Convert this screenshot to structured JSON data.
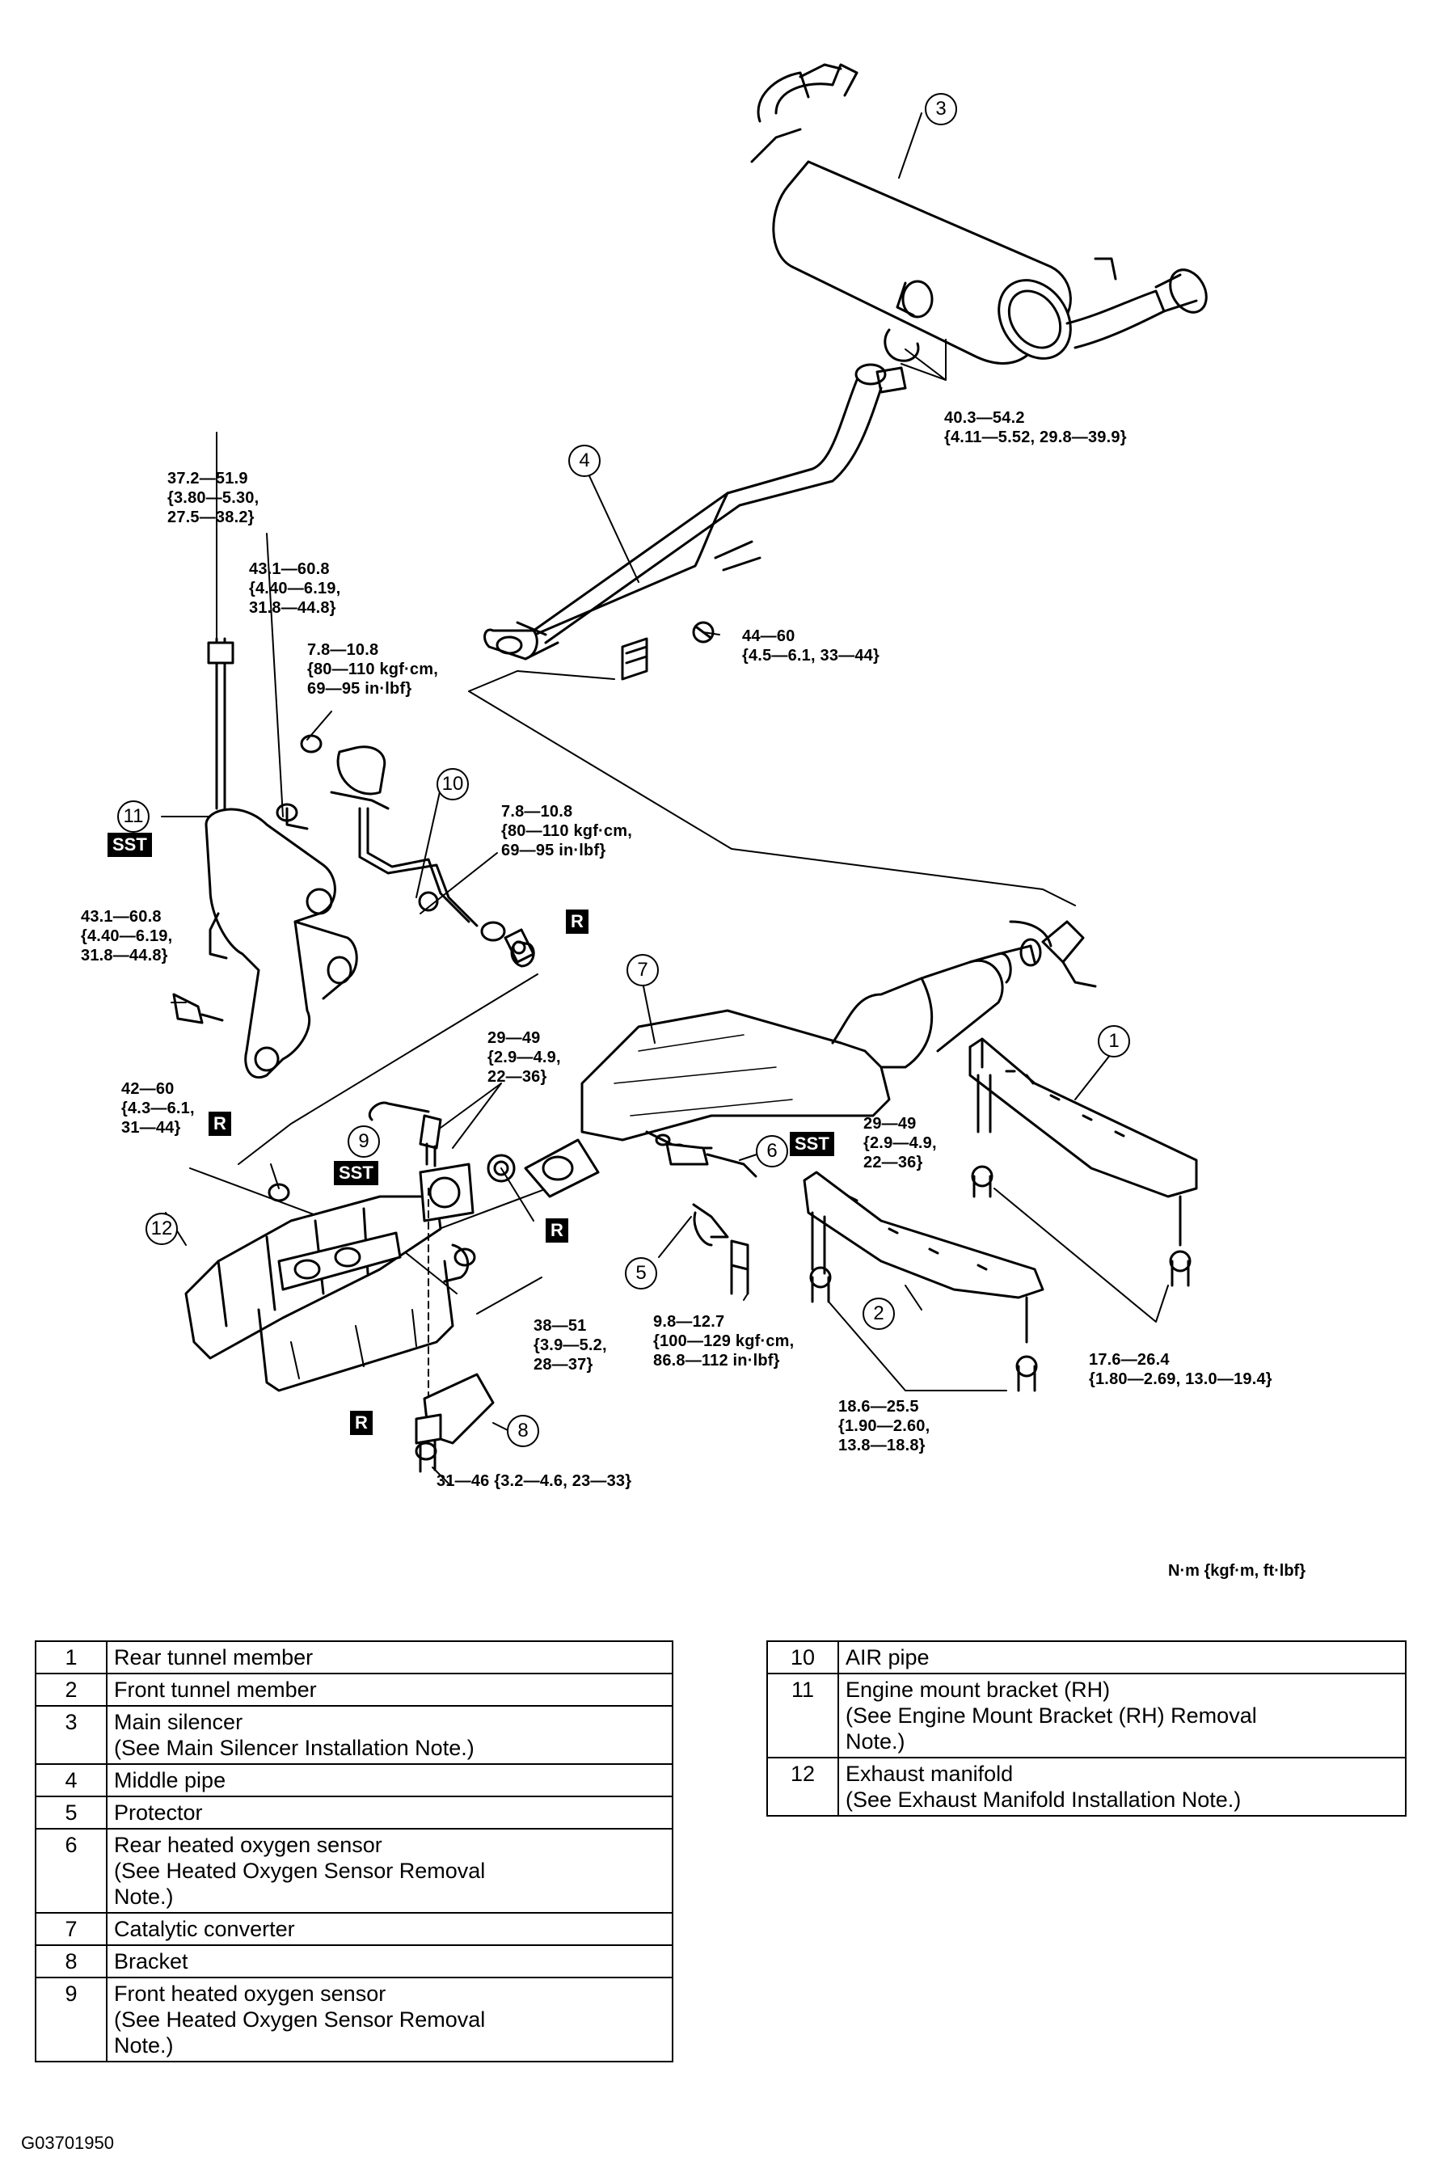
{
  "torque_specs": {
    "t_main_silencer": "40.3—54.2\n{4.11—5.52, 29.8—39.9}",
    "t_bolt_11": "37.2—51.9\n{3.80—5.30,\n27.5—38.2}",
    "t_nut_11a": "43.1—60.8\n{4.40—6.19,\n31.8—44.8}",
    "t_air_upper": "7.8—10.8\n{80—110 kgf·cm,\n69—95 in·lbf}",
    "t_air_lower": "7.8—10.8\n{80—110 kgf·cm,\n69—95 in·lbf}",
    "t_middle_pipe": "44—60\n{4.5—6.1, 33—44}",
    "t_bracket_11b": "43.1—60.8\n{4.40—6.19,\n31.8—44.8}",
    "t_sensor_front": "29—49\n{2.9—4.9,\n22—36}",
    "t_sensor_rear": "29—49\n{2.9—4.9,\n22—36}",
    "t_manifold_nut": "42—60\n{4.3—6.1,\n31—44}",
    "t_manifold_stud": "38—51\n{3.9—5.2,\n28—37}",
    "t_protector": "9.8—12.7\n{100—129 kgf·cm,\n86.8—112 in·lbf}",
    "t_front_member": "18.6—25.5\n{1.90—2.60,\n13.8—18.8}",
    "t_rear_member": "17.6—26.4\n{1.80—2.69, 13.0—19.4}",
    "t_bracket_8": "31—46 {3.2—4.6, 23—33}"
  },
  "callouts": {
    "c1": "1",
    "c2": "2",
    "c3": "3",
    "c4": "4",
    "c5": "5",
    "c6": "6",
    "c7": "7",
    "c8": "8",
    "c9": "9",
    "c10": "10",
    "c11": "11",
    "c12": "12"
  },
  "tags": {
    "sst": "SST",
    "r": "R"
  },
  "units_note": "N·m {kgf·m, ft·lbf}",
  "parts_left": [
    {
      "no": "1",
      "lines": [
        "Rear tunnel member"
      ]
    },
    {
      "no": "2",
      "lines": [
        "Front tunnel member"
      ]
    },
    {
      "no": "3",
      "lines": [
        "Main silencer",
        "(See Main Silencer Installation Note.)"
      ]
    },
    {
      "no": "4",
      "lines": [
        "Middle pipe"
      ]
    },
    {
      "no": "5",
      "lines": [
        "Protector"
      ]
    },
    {
      "no": "6",
      "lines": [
        "Rear heated oxygen sensor",
        "(See Heated Oxygen Sensor Removal",
        "Note.)"
      ]
    },
    {
      "no": "7",
      "lines": [
        "Catalytic converter"
      ]
    },
    {
      "no": "8",
      "lines": [
        "Bracket"
      ]
    },
    {
      "no": "9",
      "lines": [
        "Front heated oxygen sensor",
        "(See Heated Oxygen Sensor Removal",
        "Note.)"
      ]
    }
  ],
  "parts_right": [
    {
      "no": "10",
      "lines": [
        "AIR pipe"
      ]
    },
    {
      "no": "11",
      "lines": [
        "Engine mount bracket (RH)",
        "(See Engine Mount Bracket (RH) Removal",
        "Note.)"
      ]
    },
    {
      "no": "12",
      "lines": [
        "Exhaust manifold",
        "(See Exhaust Manifold Installation Note.)"
      ]
    }
  ],
  "figure_code": "G03701950"
}
